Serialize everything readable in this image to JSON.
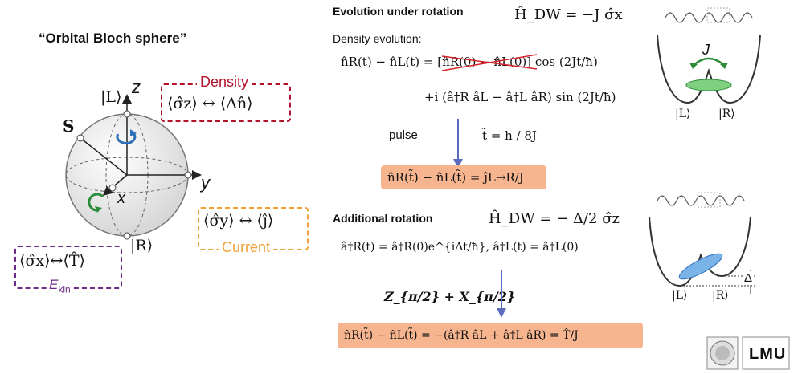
{
  "colors": {
    "density": "#b3122b",
    "current": "#f2a23a",
    "ekin": "#6d2a84",
    "arrow": "#5b6cc0",
    "box_fill": "#f6b58e",
    "blue_ellipse": "#7ab3e8",
    "green_ellipse": "#7fd07f",
    "green_arrow": "#2b8c3a",
    "blue_arrow": "#2d6fb8"
  },
  "left": {
    "title": "“Orbital Bloch sphere”",
    "z_axis": "z",
    "y_axis": "y",
    "x_axis": "x",
    "state_L": "|L⟩",
    "state_R": "|R⟩",
    "spin": "S",
    "density_label": "Density",
    "density_eq": "⟨σ̂z⟩ ↔ ⟨Δn̂⟩",
    "current_label": "Current",
    "current_eq": "⟨σ̂y⟩ ↔ ⟨ĵ⟩",
    "ekin_label": "E",
    "ekin_sub": "kin",
    "ekin_eq": "⟨σ̂x⟩↔⟨T̂⟩"
  },
  "top": {
    "heading": "Evolution under  rotation",
    "hamiltonian": "Ĥ_DW = −J σ̂x",
    "subheading": "Density evolution:",
    "eq1_left": "n̂R(t) − n̂L(t) = [",
    "eq1_struck": "n̂R(0) − n̂L(0)",
    "eq1_right": "] cos (2Jt/ħ)",
    "eq2": "+i (â†R âL − â†L âR) sin (2Jt/ħ)",
    "pulse": "pulse",
    "t_tilde": "t̃ = h / 8J",
    "result": "n̂R(t̃) − n̂L(t̃) = ĵL→R/J"
  },
  "bottom": {
    "heading": "Additional  rotation",
    "hamiltonian": "Ĥ_DW = − Δ/2 σ̂z",
    "eq1": "â†R(t) = â†R(0)e^{iΔt/ħ},    â†L(t) = â†L(0)",
    "pulse": "Z_{π/2} + X_{π/2}",
    "result": "n̂R(t̃) − n̂L(t̃) = −(â†R âL + â†L âR) = T̂/J"
  },
  "wells": {
    "top_J": "J",
    "top_L": "|L⟩",
    "top_R": "|R⟩",
    "bot_delta": "Δ",
    "bot_L": "|L⟩",
    "bot_R": "|R⟩"
  },
  "logos": {
    "lmu": "LMU"
  }
}
